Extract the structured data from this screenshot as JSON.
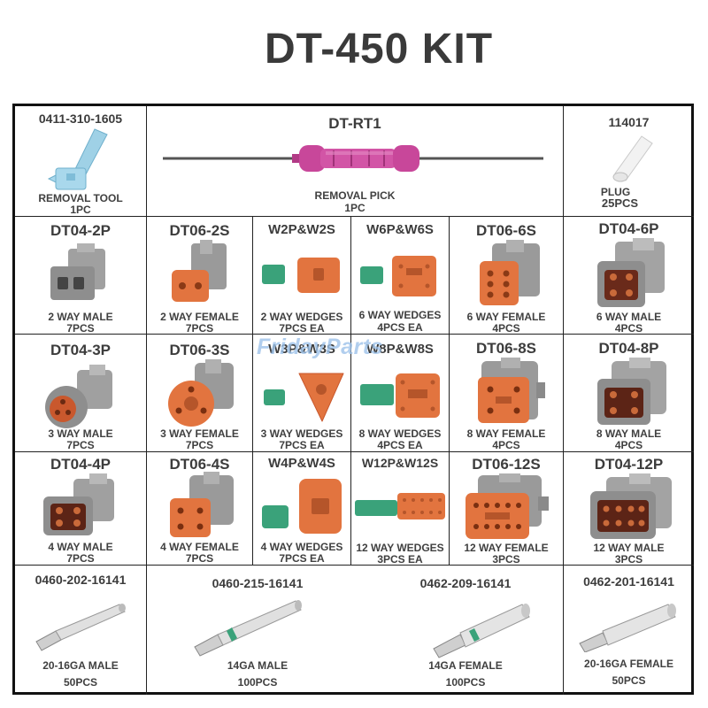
{
  "title": "DT-450 KIT",
  "watermark": "FridayParts",
  "top_row": {
    "removal_tool": {
      "part": "0411-310-1605",
      "desc": "REMOVAL TOOL",
      "qty": "1PC"
    },
    "removal_pick": {
      "part": "DT-RT1",
      "desc": "REMOVAL PICK",
      "qty": "1PC"
    },
    "plug": {
      "part": "114017",
      "desc": "PLUG",
      "qty": "25PCS"
    }
  },
  "grid": [
    [
      {
        "part": "DT04-2P",
        "desc": "2 WAY MALE",
        "qty": "7PCS"
      },
      {
        "part": "DT06-2S",
        "desc": "2 WAY FEMALE",
        "qty": "7PCS"
      },
      {
        "part": "W2P&W2S",
        "desc": "2 WAY WEDGES",
        "qty": "7PCS EA"
      },
      {
        "part": "W6P&W6S",
        "desc": "6 WAY WEDGES",
        "qty": "4PCS EA"
      },
      {
        "part": "DT06-6S",
        "desc": "6 WAY FEMALE",
        "qty": "4PCS"
      },
      {
        "part": "DT04-6P",
        "desc": "6 WAY MALE",
        "qty": "4PCS"
      }
    ],
    [
      {
        "part": "DT04-3P",
        "desc": "3 WAY MALE",
        "qty": "7PCS"
      },
      {
        "part": "DT06-3S",
        "desc": "3 WAY FEMALE",
        "qty": "7PCS"
      },
      {
        "part": "W3P&W3S",
        "desc": "3 WAY WEDGES",
        "qty": "7PCS EA"
      },
      {
        "part": "W8P&W8S",
        "desc": "8 WAY WEDGES",
        "qty": "4PCS EA"
      },
      {
        "part": "DT06-8S",
        "desc": "8  WAY FEMALE",
        "qty": "4PCS"
      },
      {
        "part": "DT04-8P",
        "desc": "8 WAY MALE",
        "qty": "4PCS"
      }
    ],
    [
      {
        "part": "DT04-4P",
        "desc": "4 WAY MALE",
        "qty": "7PCS"
      },
      {
        "part": "DT06-4S",
        "desc": "4 WAY FEMALE",
        "qty": "7PCS"
      },
      {
        "part": "W4P&W4S",
        "desc": "4 WAY WEDGES",
        "qty": "7PCS EA"
      },
      {
        "part": "W12P&W12S",
        "desc": "12 WAY WEDGES",
        "qty": "3PCS EA"
      },
      {
        "part": "DT06-12S",
        "desc": "12 WAY FEMALE",
        "qty": "3PCS"
      },
      {
        "part": "DT04-12P",
        "desc": "12 WAY MALE",
        "qty": "3PCS"
      }
    ]
  ],
  "bottom_row": [
    {
      "part": "0460-202-16141",
      "desc": "20-16GA MALE",
      "qty": "50PCS"
    },
    {
      "part": "0460-215-16141",
      "desc": "14GA MALE",
      "qty": "100PCS"
    },
    {
      "part": "0462-209-16141",
      "desc": "14GA FEMALE",
      "qty": "100PCS"
    },
    {
      "part": "0462-201-16141",
      "desc": "20-16GA FEMALE",
      "qty": "50PCS"
    }
  ],
  "colors": {
    "gray": "#8e8e8e",
    "orange": "#e2743f",
    "green": "#3aa27a",
    "pink": "#c8479a",
    "blue": "#9fd1e6"
  }
}
